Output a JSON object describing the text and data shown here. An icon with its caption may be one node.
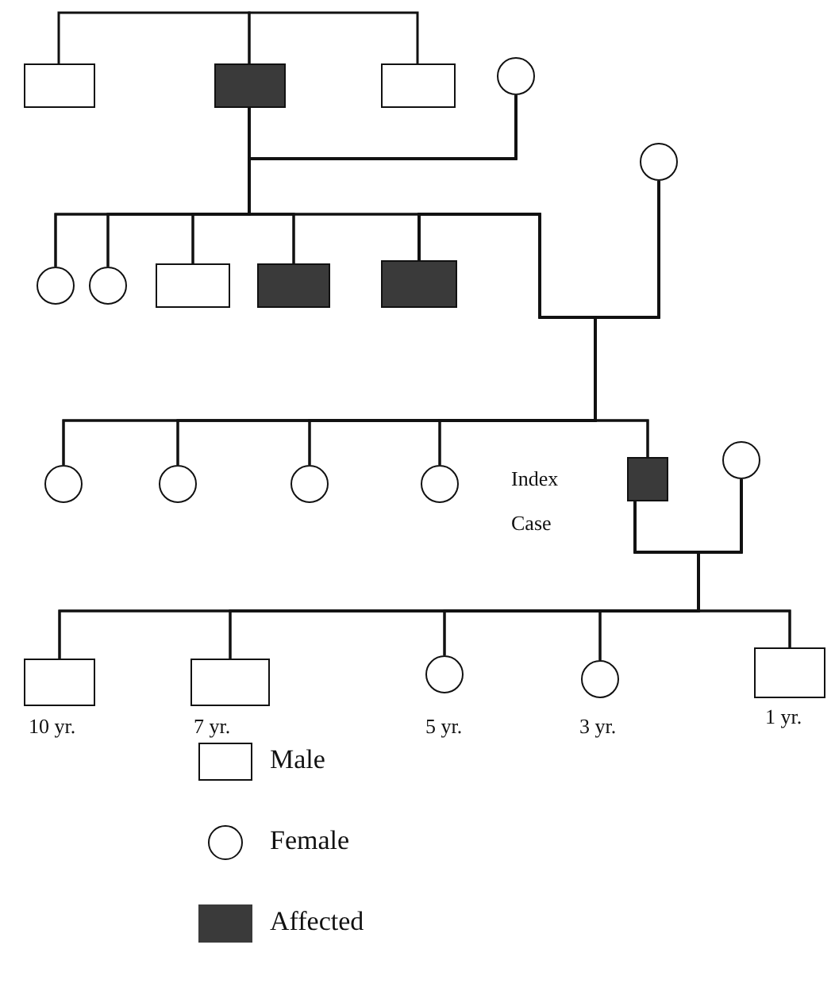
{
  "diagram": {
    "nodes": [
      {
        "text": [],
        "shape": "box"
      },
      {
        "text": [],
        "shape": "filled-box"
      },
      {
        "text": [],
        "shape": "box"
      },
      {
        "text": [],
        "shape": "circle"
      },
      {
        "text": [],
        "shape": "circle"
      },
      {
        "text": [],
        "shape": "circle"
      },
      {
        "text": [],
        "shape": "box"
      },
      {
        "text": [],
        "shape": "filled-box"
      },
      {
        "text": [],
        "shape": "filled-box"
      },
      {
        "text": [],
        "shape": "circle"
      },
      {
        "text": [],
        "shape": "circle"
      },
      {
        "text": [],
        "shape": "circle"
      },
      {
        "text": [],
        "shape": "circle"
      },
      {
        "text": [],
        "shape": "circle"
      },
      {
        "text": [],
        "shape": "filled-box",
        "beside": [
          "Index Case"
        ]
      },
      {
        "text": [],
        "shape": "circle"
      },
      {
        "text": [],
        "shape": "box",
        "beside": [
          "10 yr."
        ]
      },
      {
        "text": [],
        "shape": "box",
        "beside": [
          "7 yr."
        ]
      },
      {
        "text": [],
        "shape": "circle",
        "beside": [
          "5 yr."
        ]
      },
      {
        "text": [],
        "shape": "circle",
        "beside": [
          "3 yr."
        ]
      },
      {
        "text": [],
        "shape": "box",
        "beside": [
          "1 yr."
        ]
      }
    ],
    "edges": [
      {
        "from": 0,
        "to": 1,
        "arrow": "none"
      },
      {
        "from": 1,
        "to": 2,
        "arrow": "none"
      },
      {
        "from": 1,
        "to": 3,
        "arrow": "none"
      },
      {
        "from": 1,
        "to": 4,
        "arrow": "none"
      },
      {
        "from": 1,
        "to": 5,
        "arrow": "none"
      },
      {
        "from": 1,
        "to": 6,
        "arrow": "none"
      },
      {
        "from": 1,
        "to": 7,
        "arrow": "none"
      },
      {
        "from": 1,
        "to": 8,
        "arrow": "none"
      },
      {
        "from": 3,
        "to": 4,
        "arrow": "none"
      },
      {
        "from": 3,
        "to": 5,
        "arrow": "none"
      },
      {
        "from": 3,
        "to": 6,
        "arrow": "none"
      },
      {
        "from": 3,
        "to": 7,
        "arrow": "none"
      },
      {
        "from": 3,
        "to": 8,
        "arrow": "none"
      },
      {
        "from": 8,
        "to": 9,
        "arrow": "none"
      },
      {
        "from": 8,
        "to": 10,
        "arrow": "none"
      },
      {
        "from": 8,
        "to": 11,
        "arrow": "none"
      },
      {
        "from": 8,
        "to": 12,
        "arrow": "none"
      },
      {
        "from": 8,
        "to": 13,
        "arrow": "none"
      },
      {
        "from": 8,
        "to": 14,
        "arrow": "none"
      },
      {
        "from": 9,
        "to": 10,
        "arrow": "none"
      },
      {
        "from": 9,
        "to": 11,
        "arrow": "none"
      },
      {
        "from": 9,
        "to": 12,
        "arrow": "none"
      },
      {
        "from": 9,
        "to": 13,
        "arrow": "none"
      },
      {
        "from": 9,
        "to": 14,
        "arrow": "none"
      },
      {
        "from": 14,
        "to": 15,
        "arrow": "none"
      },
      {
        "from": 14,
        "to": 16,
        "arrow": "none"
      },
      {
        "from": 14,
        "to": 17,
        "arrow": "none"
      },
      {
        "from": 14,
        "to": 18,
        "arrow": "none"
      },
      {
        "from": 14,
        "to": 19,
        "arrow": "none"
      },
      {
        "from": 14,
        "to": 20,
        "arrow": "none"
      },
      {
        "from": 15,
        "to": 16,
        "arrow": "none"
      },
      {
        "from": 15,
        "to": 17,
        "arrow": "none"
      },
      {
        "from": 15,
        "to": 18,
        "arrow": "none"
      },
      {
        "from": 15,
        "to": 19,
        "arrow": "none"
      },
      {
        "from": 15,
        "to": 20,
        "arrow": "none"
      }
    ],
    "legend": [
      {
        "text": "Male"
      },
      {
        "text": "Female"
      },
      {
        "text": "Affected",
        "color": "#3a3a3a"
      }
    ]
  }
}
